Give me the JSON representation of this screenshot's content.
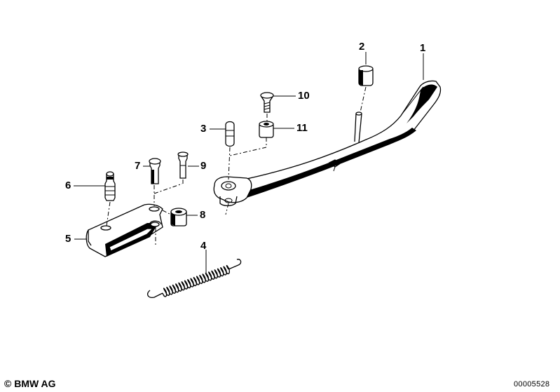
{
  "callouts": {
    "c1": "1",
    "c2": "2",
    "c3": "3",
    "c4": "4",
    "c5": "5",
    "c6": "6",
    "c7": "7",
    "c8": "8",
    "c9": "9",
    "c10": "10",
    "c11": "11"
  },
  "footer": {
    "copyright": "© BMW AG",
    "diagram_number": "00005528"
  }
}
